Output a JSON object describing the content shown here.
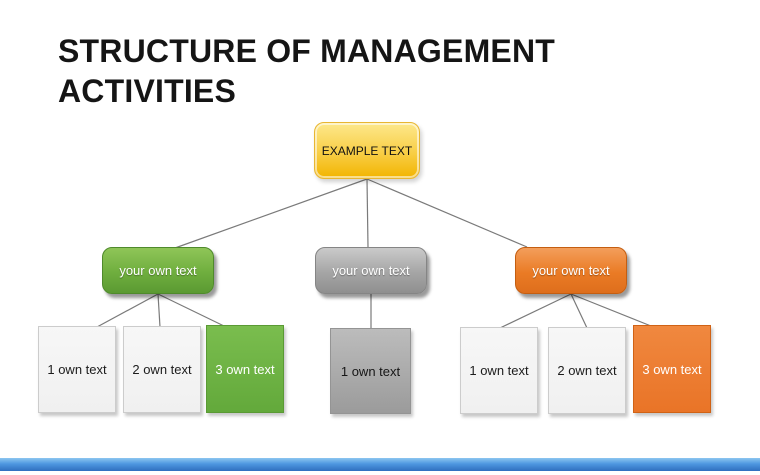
{
  "title": {
    "line1": "STRUCTURE OF MANAGEMENT",
    "line2": "ACTIVITIES"
  },
  "tree": {
    "root": {
      "label": "EXAMPLE TEXT"
    },
    "branches": [
      {
        "label": "your own text",
        "theme": "green",
        "children": [
          {
            "label": "1 own text",
            "variant": "plain"
          },
          {
            "label": "2 own text",
            "variant": "plain"
          },
          {
            "label": "3 own text",
            "variant": "green"
          }
        ]
      },
      {
        "label": "your own text",
        "theme": "gray",
        "children": [
          {
            "label": "1 own text",
            "variant": "gray"
          }
        ]
      },
      {
        "label": "your own text",
        "theme": "orange",
        "children": [
          {
            "label": "1 own text",
            "variant": "plain"
          },
          {
            "label": "2 own text",
            "variant": "plain"
          },
          {
            "label": "3 own text",
            "variant": "orange"
          }
        ]
      }
    ]
  },
  "colors": {
    "title": "#151515",
    "yellow_top": "#FDE88C",
    "yellow_bottom": "#F2B400",
    "green": "#6FAE3E",
    "gray": "#A5A5A5",
    "orange": "#EA7B25",
    "leaf_bg": "#F0F0F0",
    "line": "#7A7A7A",
    "footer_blue": "#4E97E0"
  }
}
